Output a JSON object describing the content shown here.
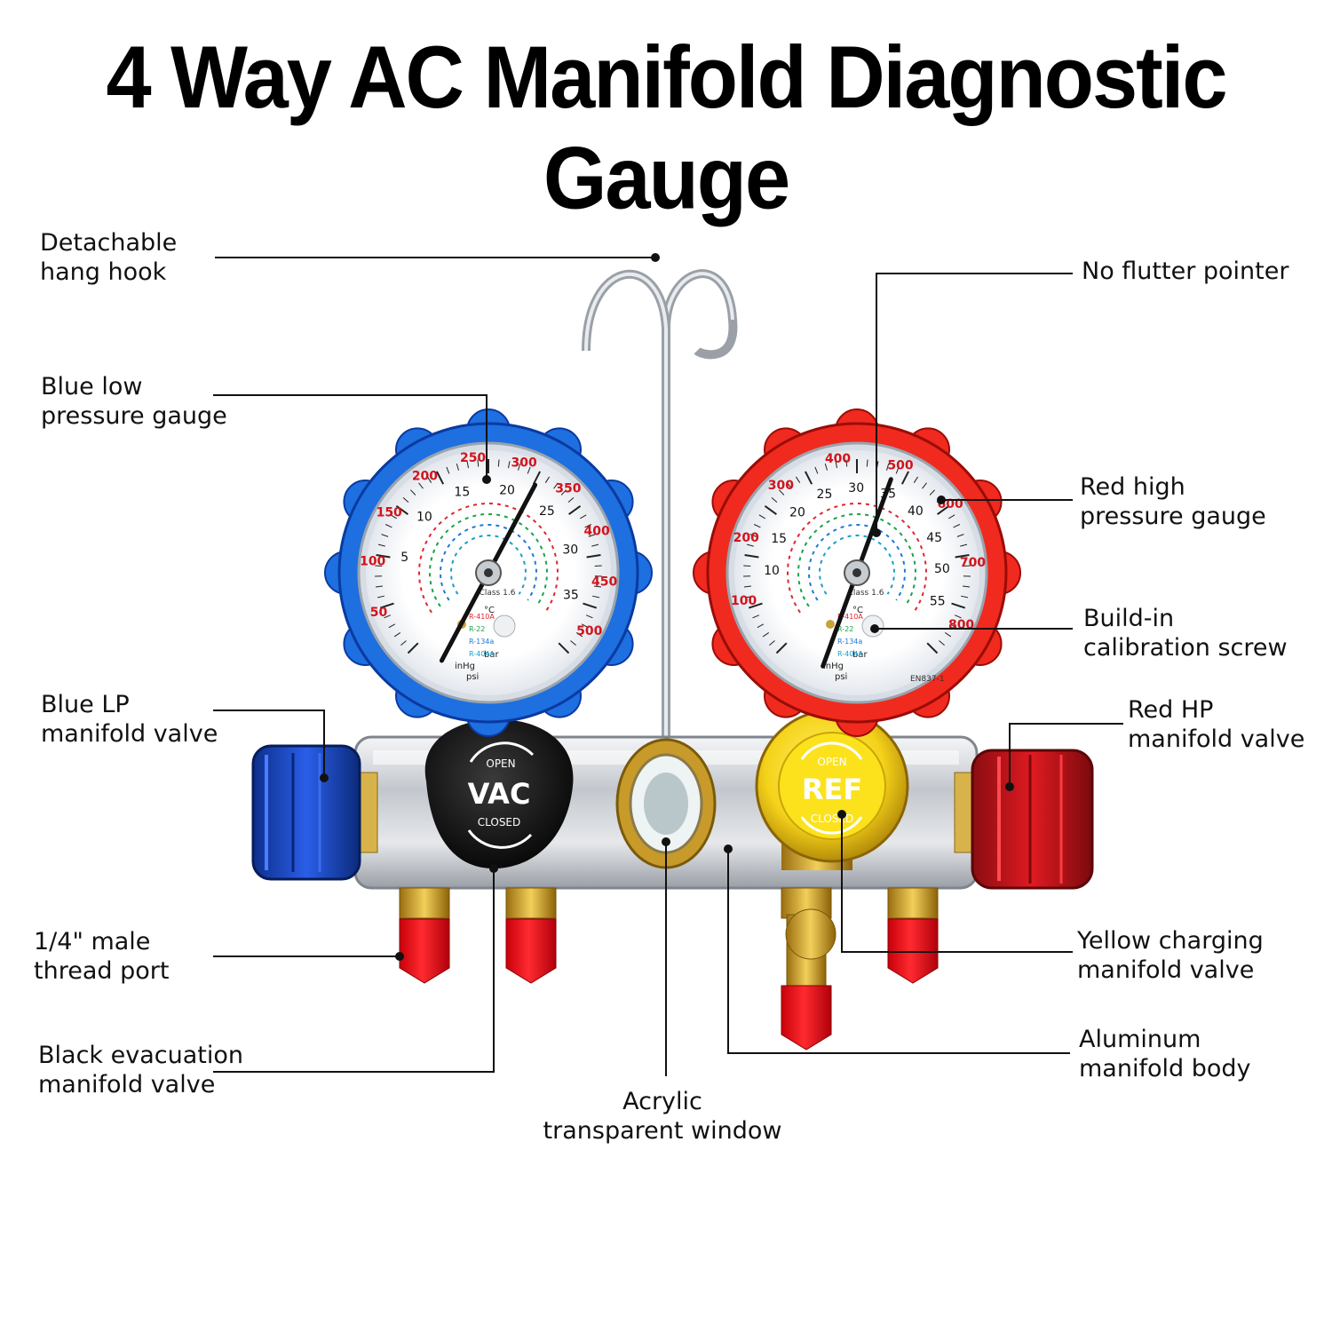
{
  "title": "4 Way AC Manifold Diagnostic Gauge",
  "labels": {
    "hang_hook": "Detachable\nhang hook",
    "low_gauge": "Blue low\npressure gauge",
    "lp_valve": "Blue LP\nmanifold valve",
    "thread_port": "1/4\" male\nthread port",
    "evac_valve": "Black evacuation\nmanifold valve",
    "acrylic_window": "Acrylic\ntransparent window",
    "flutter_pointer": "No flutter pointer",
    "high_gauge": "Red high\npressure gauge",
    "calibration_screw": "Build-in\ncalibration screw",
    "hp_valve": "Red HP\nmanifold valve",
    "charging_valve": "Yellow charging\nmanifold valve",
    "manifold_body": "Aluminum\nmanifold body"
  },
  "knobs": {
    "vac": {
      "main": "VAC",
      "open": "OPEN",
      "closed": "CLOSED"
    },
    "ref": {
      "main": "REF",
      "open": "OPEN",
      "closed": "CLOSED"
    }
  },
  "gauges": {
    "low": {
      "psi_ticks": [
        "50",
        "100",
        "150",
        "200",
        "250",
        "300",
        "350",
        "400",
        "450",
        "500"
      ],
      "bar_ticks": [
        "5",
        "10",
        "15",
        "20",
        "25",
        "30",
        "35"
      ],
      "class_text": "Class 1.6",
      "units": [
        "°C",
        "bar",
        "psi",
        "inHg"
      ],
      "refrigerants": [
        "R-410A",
        "R-22",
        "R-134a",
        "R-404A"
      ]
    },
    "high": {
      "psi_ticks": [
        "100",
        "200",
        "300",
        "400",
        "500",
        "600",
        "700",
        "800"
      ],
      "bar_ticks": [
        "10",
        "15",
        "20",
        "25",
        "30",
        "35",
        "40",
        "45",
        "50",
        "55"
      ],
      "class_text": "Class 1.6",
      "units": [
        "°C",
        "bar",
        "psi",
        "inHg"
      ],
      "refrigerants": [
        "R-410A",
        "R-22",
        "R-134a",
        "R-404A"
      ],
      "standard": "EN837-1"
    }
  },
  "colors": {
    "blue_housing": "#1e6fe0",
    "red_housing": "#f02a1e",
    "body": "#c9cdd2",
    "leader": "#111111"
  }
}
